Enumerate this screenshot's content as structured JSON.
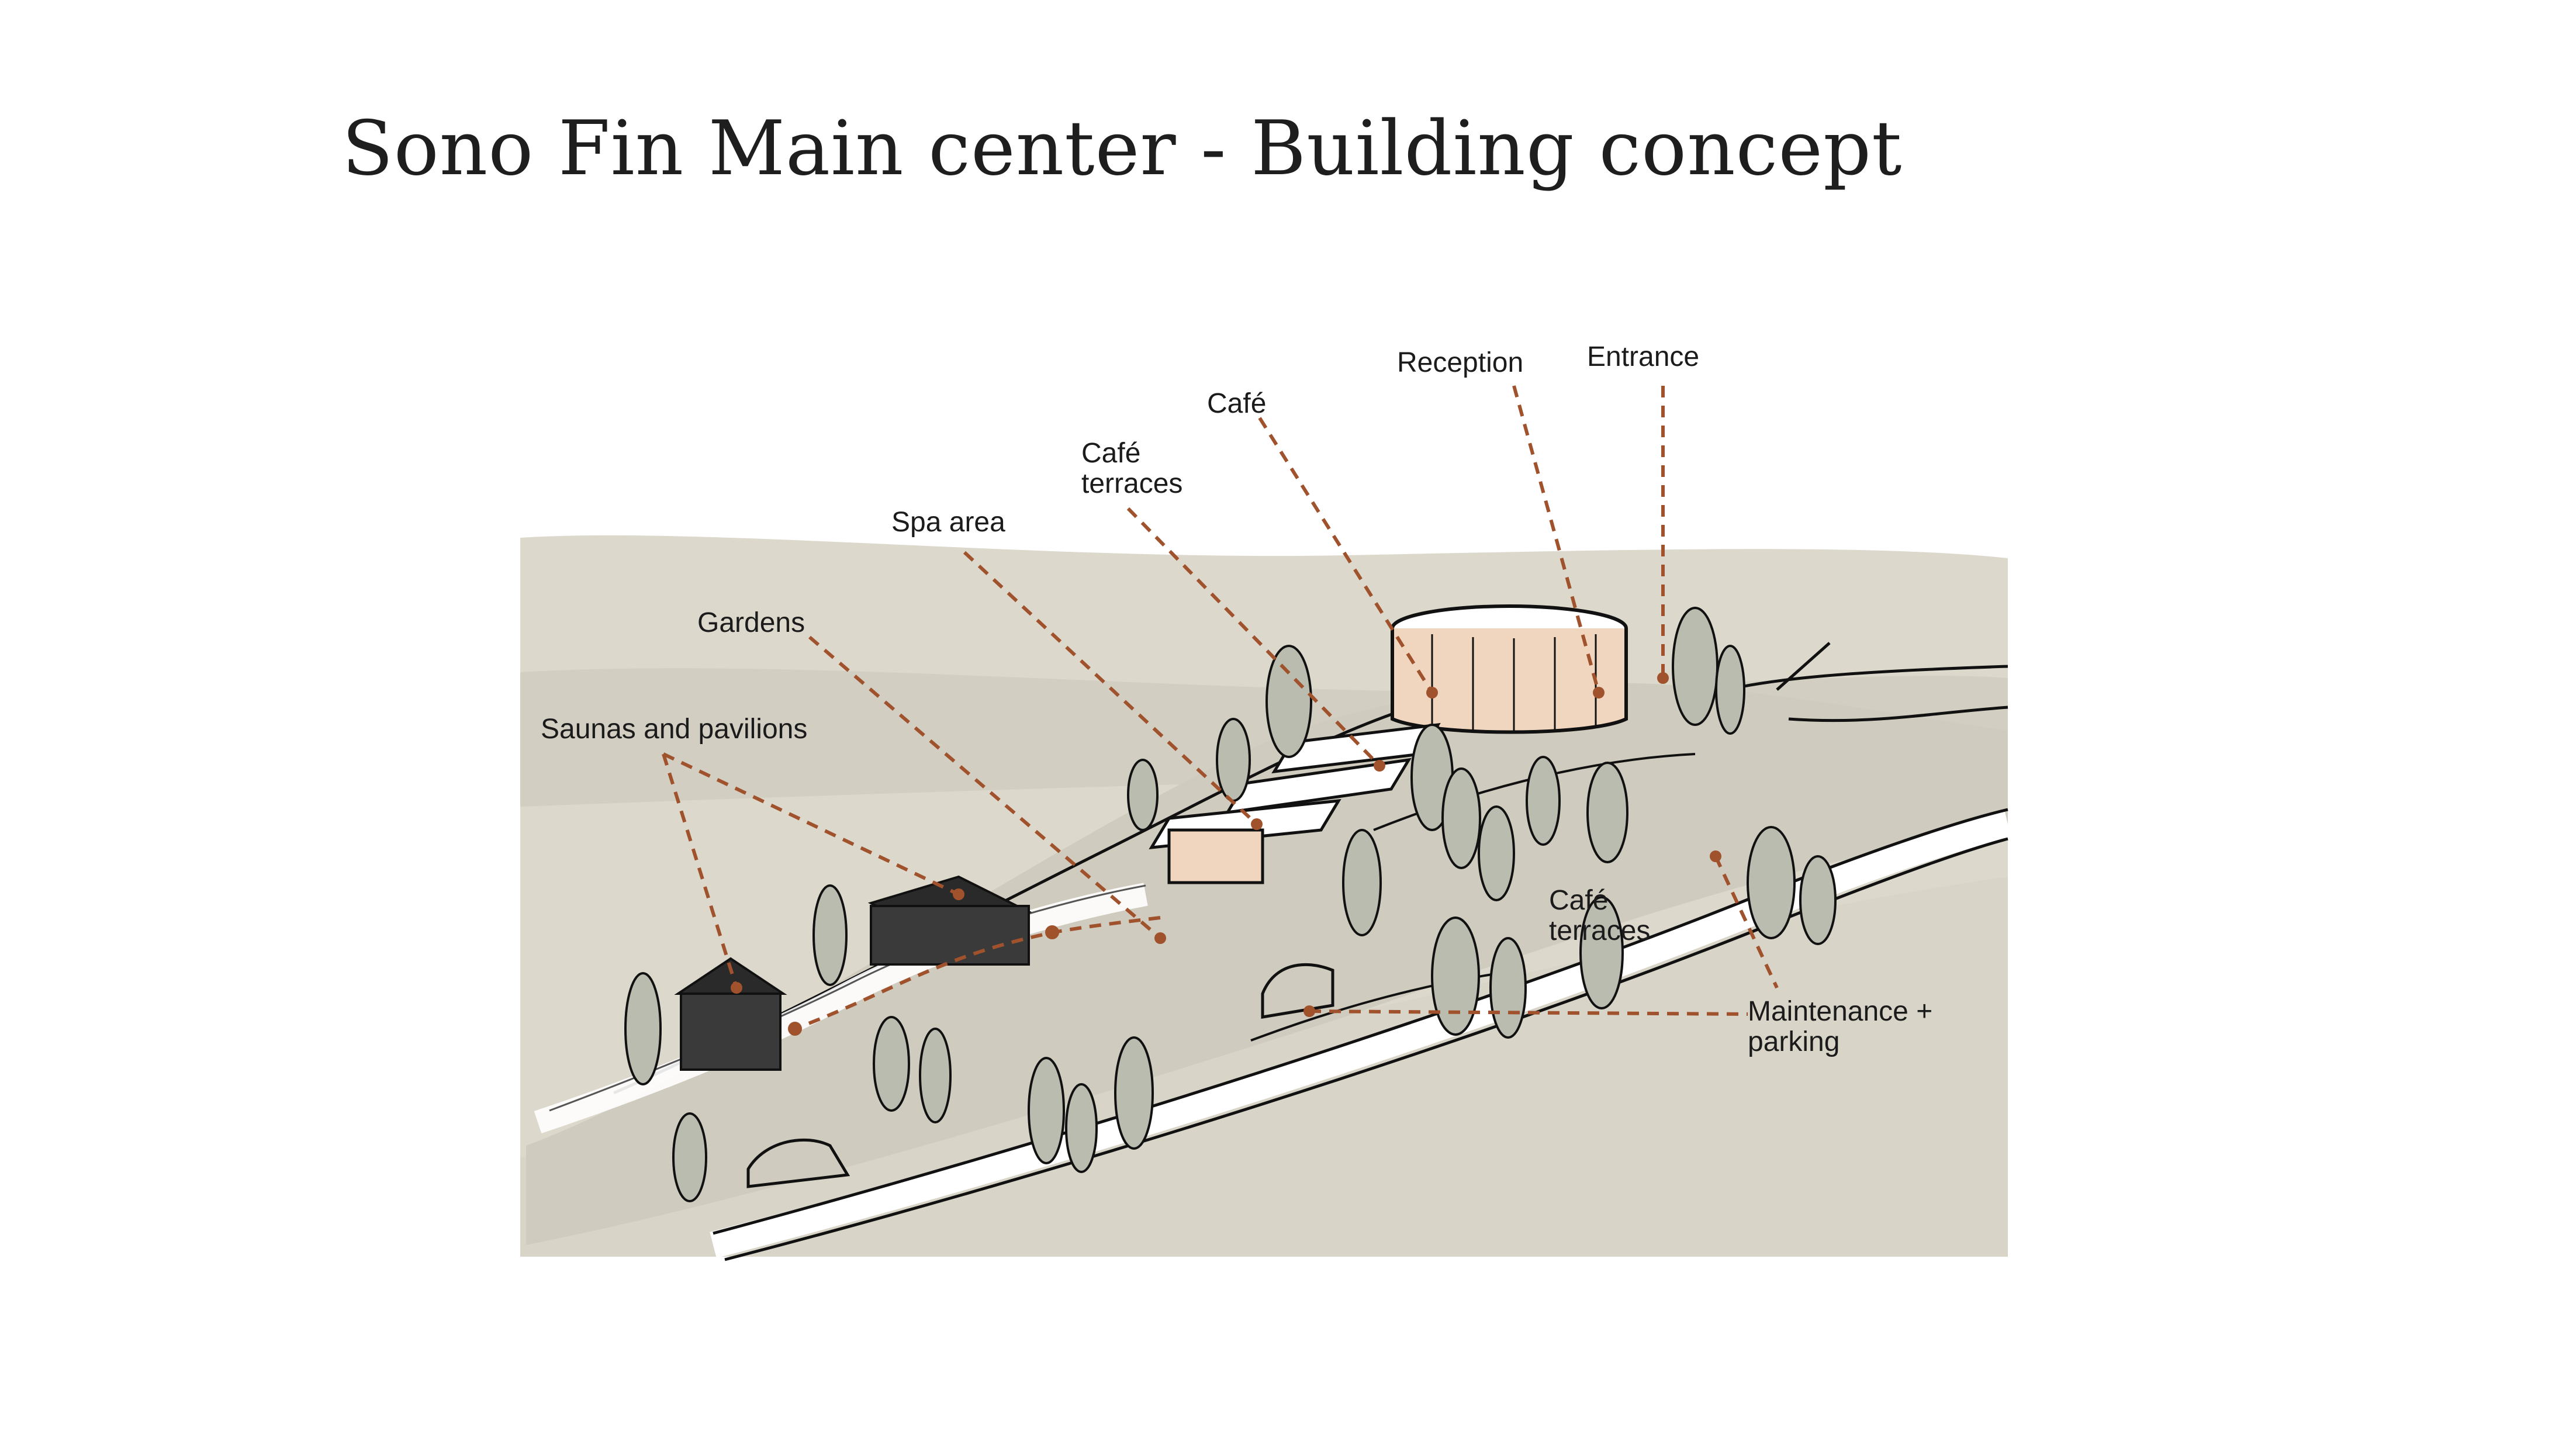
{
  "title": "Sono Fin Main center - Building concept",
  "colors": {
    "ground": "#dcd8cc",
    "ground_dark": "#cdc9bb",
    "leader": "#a0522d",
    "accent_fill": "#f1d6bf",
    "ink": "#111111",
    "tree": "#b9bcae"
  },
  "labels": {
    "entrance": "Entrance",
    "reception": "Reception",
    "cafe": "Café",
    "cafe_terraces_top": "Café\nterraces",
    "spa_area": "Spa area",
    "gardens": "Gardens",
    "saunas_pavilions": "Saunas and pavilions",
    "cafe_terraces_mid": "Café\nterraces",
    "maintenance_parking": "Maintenance +\nparking"
  }
}
